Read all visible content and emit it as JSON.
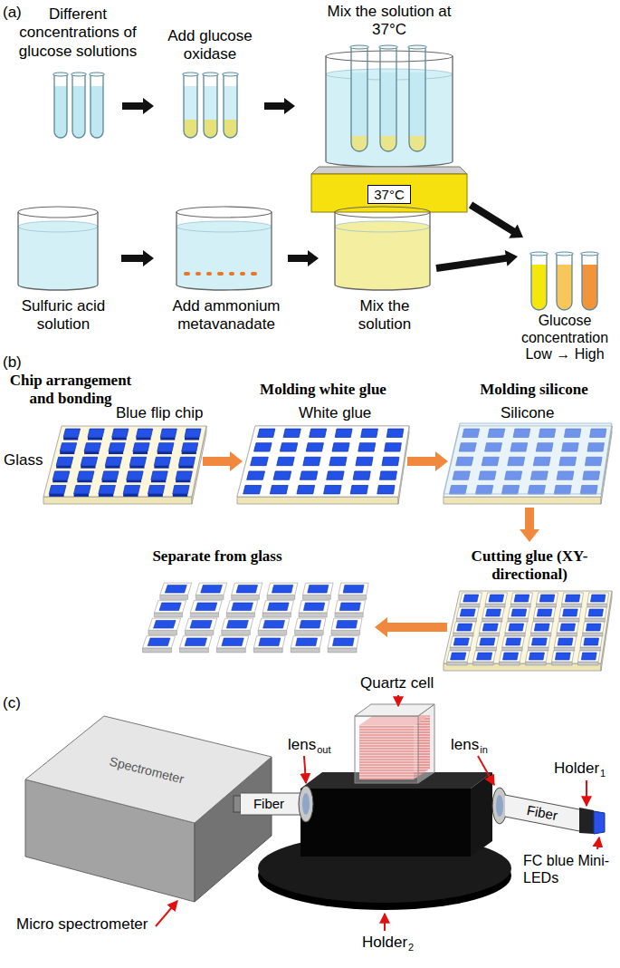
{
  "diagram": {
    "nodes": [
      {
        "text": [
          "37°C"
        ]
      }
    ],
    "labels": [
      "(a)",
      "Different concentrations of glucose solutions",
      "Add glucose oxidase",
      "Mix the solution at 37°C",
      "Glucose concentration",
      "Low → High",
      "Sulfuric acid solution",
      "Add ammonium metavanadate",
      "Mix the solution",
      "(b)",
      "Chip arrangement and bonding",
      "Molding white glue",
      "Molding silicone",
      "Blue flip chip",
      "White glue",
      "Silicone",
      "Glass",
      "Separate from glass",
      "Cutting glue (XY-directional)",
      "(c)",
      "Quartz cell",
      "lens",
      "out",
      "lens",
      "in",
      "Holder",
      "1",
      "Spectrometer",
      "Fiber",
      "Fiber",
      "FC blue Mini-LEDs",
      "Micro spectrometer",
      "Holder",
      "2"
    ]
  }
}
